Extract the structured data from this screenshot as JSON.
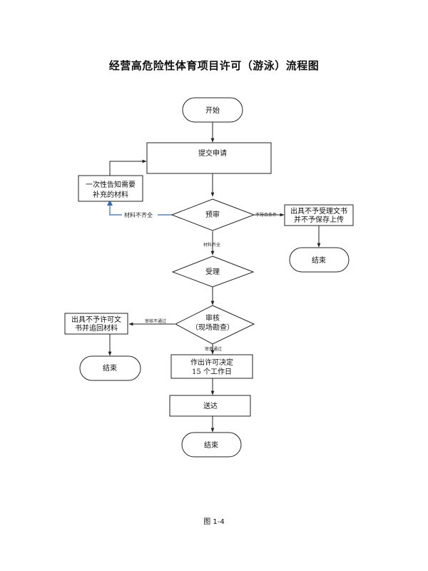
{
  "title": "经营高危险性体育项目许可（游泳）流程图",
  "caption": "图 1-4",
  "nodes": {
    "start": "开始",
    "submit": "提交申请",
    "notify_line1": "一次性告知需要",
    "notify_line2": "补充的材料",
    "precheck": "预审",
    "reject_line1": "出具不予受理文书",
    "reject_line2": "并不予保存上传",
    "end_right": "结束",
    "accept": "受理",
    "review_line1": "审核",
    "review_line2": "（现场勘查）",
    "deny_line1": "出具不予许可文",
    "deny_line2": "书并追回材料",
    "end_left": "结束",
    "decide_line1": "作出许可决定",
    "decide_line2": "15 个工作日",
    "deliver": "送达",
    "end_bottom": "结束"
  },
  "edge_labels": {
    "incomplete": "材料不齐全",
    "not_qualified": "不符合条件",
    "complete": "材料齐全",
    "review_fail": "审核不通过",
    "review_pass": "审查通过"
  }
}
